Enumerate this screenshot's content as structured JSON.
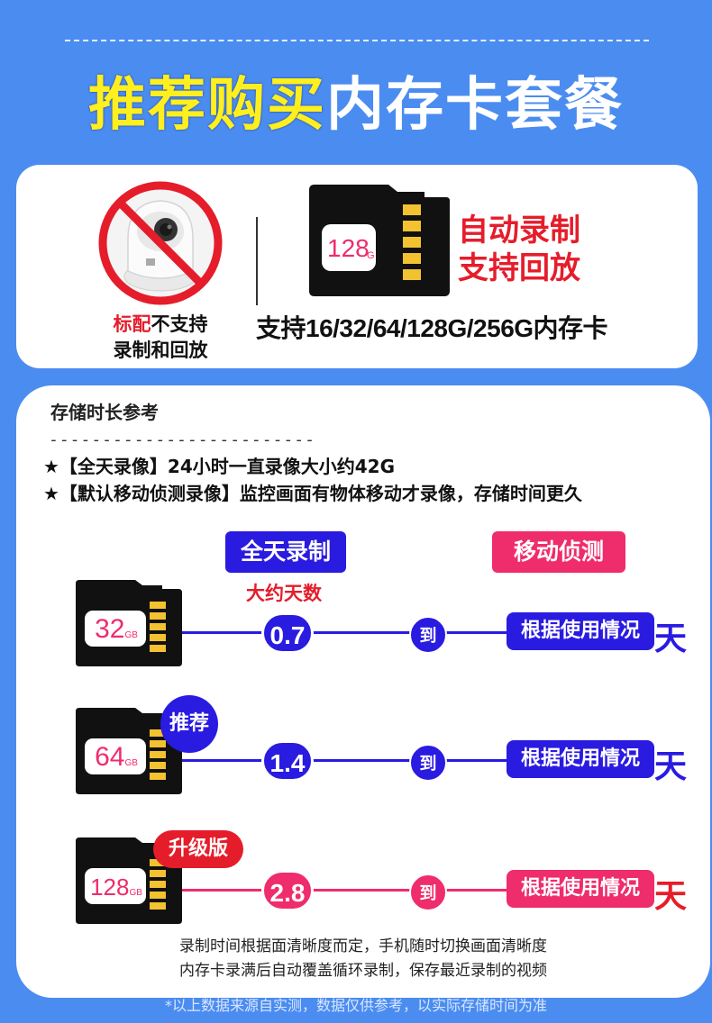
{
  "title": {
    "highlight": "推荐购买",
    "rest": "内存卡套餐"
  },
  "camera_box": {
    "label_red": "标配",
    "label_line1_rest": "不支持",
    "label_line2": "录制和回放"
  },
  "sd_card_top": {
    "capacity": "128",
    "unit": "G"
  },
  "feature": {
    "line1": "自动录制",
    "line2": "支持回放"
  },
  "support_text": "支持16/32/64/128G/256G内存卡",
  "storage": {
    "title": "存储时长参考",
    "dashes": "-------------------------",
    "note1": "★【全天录像】24小时一直录像大小约42G",
    "note2": "★【默认移动侦测录像】监控画面有物体移动才录像，存储时间更久",
    "header_all": "全天录制",
    "header_motion": "移动侦测",
    "approx_days": "大约天数",
    "rows": [
      {
        "capacity": "32",
        "unit": "GB",
        "days": "0.7",
        "to": "到",
        "usage": "根据使用情况",
        "day_unit": "天",
        "color": "#2a1be0"
      },
      {
        "capacity": "64",
        "unit": "GB",
        "days": "1.4",
        "to": "到",
        "usage": "根据使用情况",
        "day_unit": "天",
        "color": "#2a1be0",
        "tag": "推荐"
      },
      {
        "capacity": "128",
        "unit": "GB",
        "days": "2.8",
        "to": "到",
        "usage": "根据使用情况",
        "day_unit": "天",
        "color": "#ef2c6c",
        "tag": "升级版"
      }
    ],
    "footnote_line1": "录制时间根据面清晰度而定，手机随时切换画面清晰度",
    "footnote_line2": "内存卡录满后自动覆盖循环录制，保存最近录制的视频"
  },
  "bottom_note": "*以上数据来源自实测，数据仅供参考，以实际存储时间为准",
  "colors": {
    "background": "#4b8cf0",
    "blue": "#2a1be0",
    "pink": "#ef2c6c",
    "red": "#e51d2b",
    "yellow": "#ffef1e",
    "gold": "#f2c230"
  }
}
